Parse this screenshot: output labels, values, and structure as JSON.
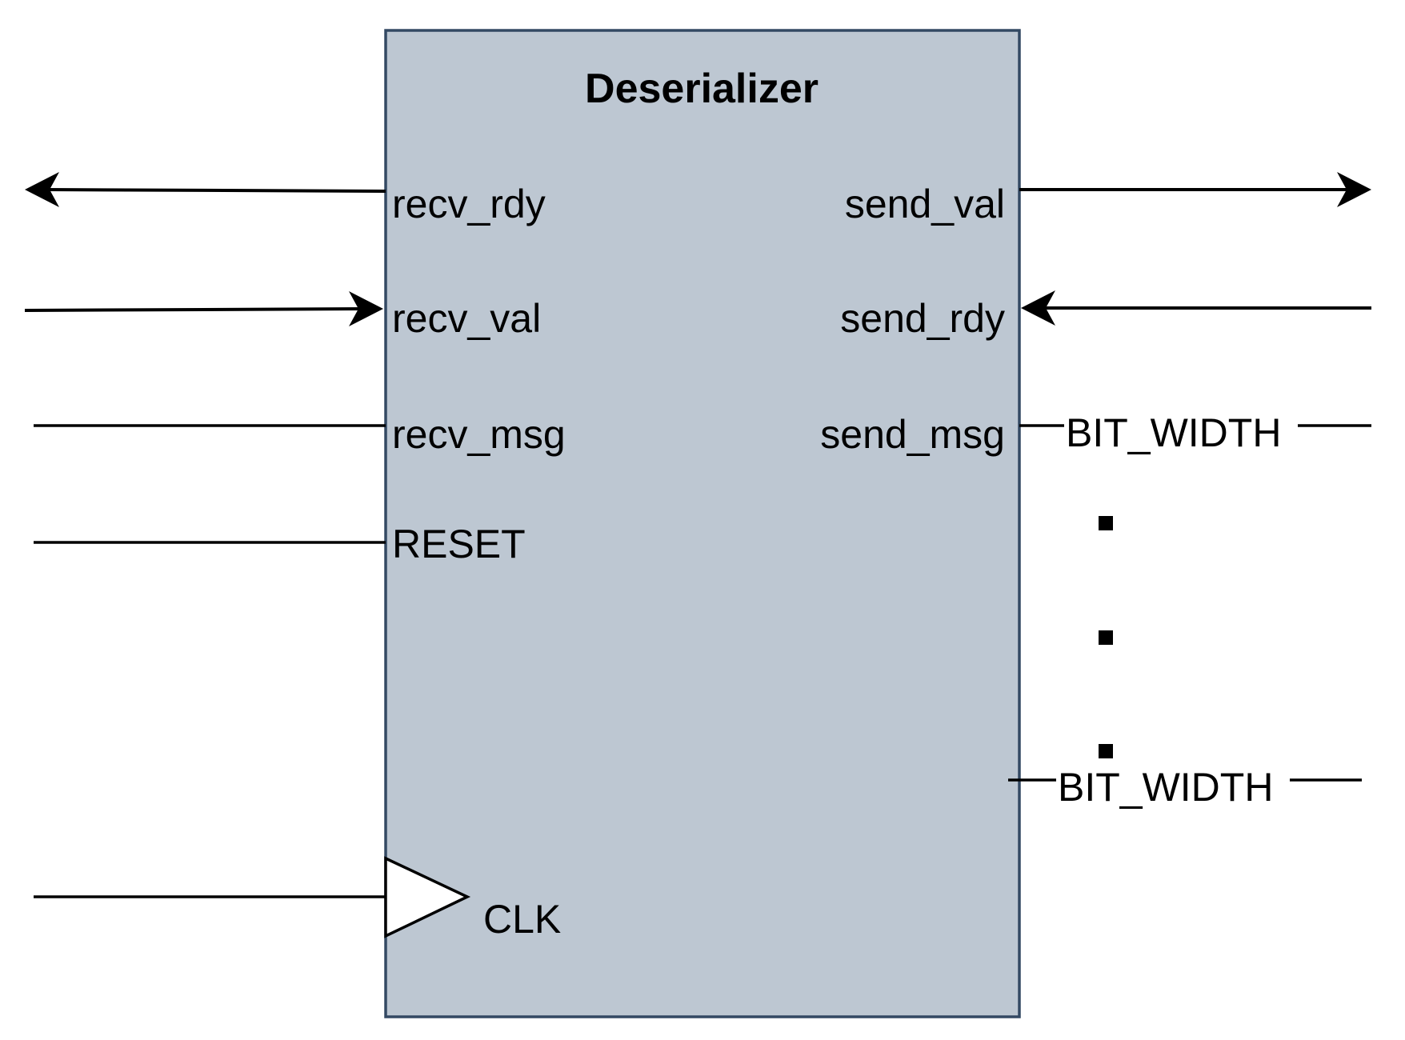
{
  "block": {
    "title": "Deserializer",
    "fill_color": "#bdc7d2",
    "border_color": "#334963"
  },
  "left_ports": [
    {
      "name": "recv_rdy",
      "direction": "output",
      "arrow": "left"
    },
    {
      "name": "recv_val",
      "direction": "input",
      "arrow": "right"
    },
    {
      "name": "recv_msg",
      "direction": "input",
      "arrow": "none"
    },
    {
      "name": "RESET",
      "direction": "input",
      "arrow": "none"
    },
    {
      "name": "CLK",
      "direction": "input",
      "arrow": "none",
      "clock": true
    }
  ],
  "right_ports": [
    {
      "name": "send_val",
      "direction": "output",
      "arrow": "right"
    },
    {
      "name": "send_rdy",
      "direction": "input",
      "arrow": "left"
    },
    {
      "name": "send_msg",
      "direction": "output",
      "arrow": "none"
    }
  ],
  "bus_labels": [
    "BIT_WIDTH",
    "BIT_WIDTH"
  ],
  "ellipsis_dots": 3
}
